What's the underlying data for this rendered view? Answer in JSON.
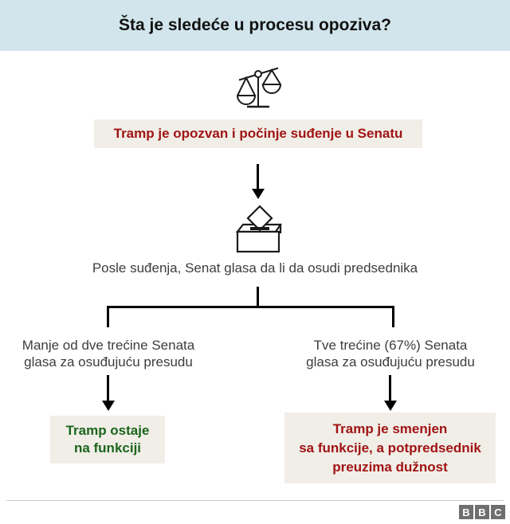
{
  "header": {
    "title": "Šta je sledeće u procesu opoziva?",
    "bg_color": "#d2e5ec"
  },
  "colors": {
    "accent_red": "#a01414",
    "accent_green": "#1a651a",
    "box_bg": "#f1eee8",
    "connector_black": "#000000",
    "caption_text": "#3d3d3d",
    "logo_gray": "#6f6f6f",
    "divider_gray": "#cccccc"
  },
  "icons": {
    "top": "scales-of-justice-icon",
    "middle": "ballot-box-icon"
  },
  "flow": {
    "trial_banner": "Tramp je opozvan i počinje suđenje u Senatu",
    "vote_caption": "Posle suđenja, Senat glasa da li da osudi predsednika",
    "branches": [
      {
        "condition_lines": [
          "Manje od dve trećine Senata",
          "glasa za osuđujuću presudu"
        ],
        "outcome_lines": [
          "Tramp ostaje",
          "na funkciji"
        ],
        "outcome_color": "#1a651a"
      },
      {
        "condition_lines": [
          "Tve trećine (67%) Senata",
          "glasa za osuđujuću presudu"
        ],
        "outcome_lines": [
          "Tramp je smenjen",
          "sa funkcije, a potpredsednik",
          "preuzima dužnost"
        ],
        "outcome_color": "#a01414"
      }
    ]
  },
  "footer": {
    "logo_letters": [
      "B",
      "B",
      "C"
    ]
  }
}
